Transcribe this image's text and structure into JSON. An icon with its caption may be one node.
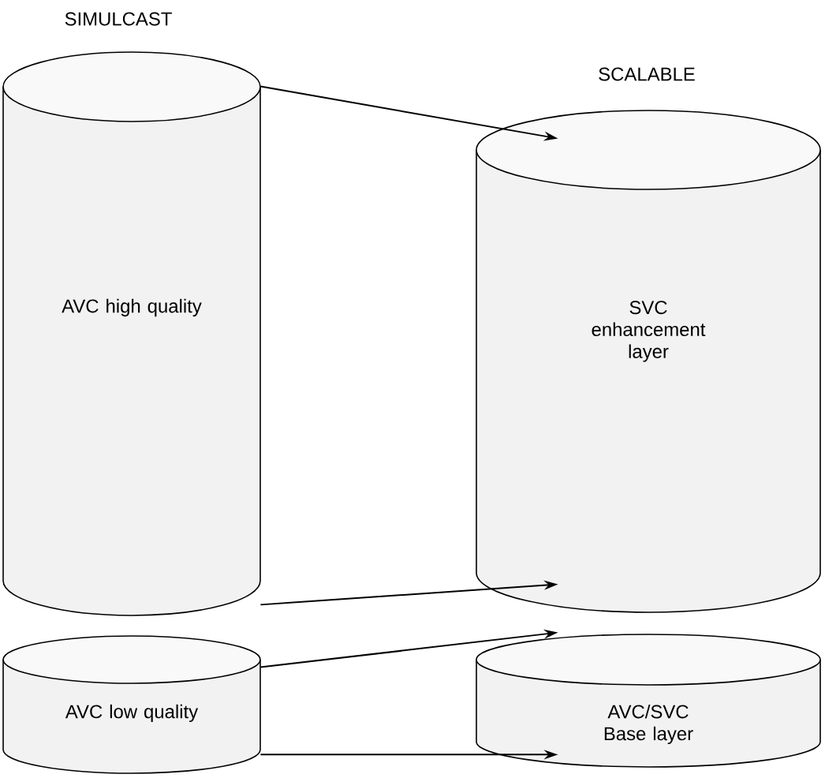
{
  "diagram": {
    "nodes": [
      {
        "text": [
          "AVC high quality"
        ]
      },
      {
        "text": [
          "SVC enhancement layer"
        ]
      },
      {
        "text": [
          "AVC low quality"
        ]
      },
      {
        "text": [
          "AVC/SVC Base layer"
        ]
      }
    ],
    "edges": [
      {
        "from": 0,
        "to": 1,
        "arrow": "to"
      },
      {
        "from": 0,
        "to": 1,
        "arrow": "to"
      },
      {
        "from": 2,
        "to": 3,
        "arrow": "to"
      },
      {
        "from": 2,
        "to": 3,
        "arrow": "to"
      }
    ],
    "labels": [
      "SIMULCAST",
      "SCALABLE"
    ]
  }
}
